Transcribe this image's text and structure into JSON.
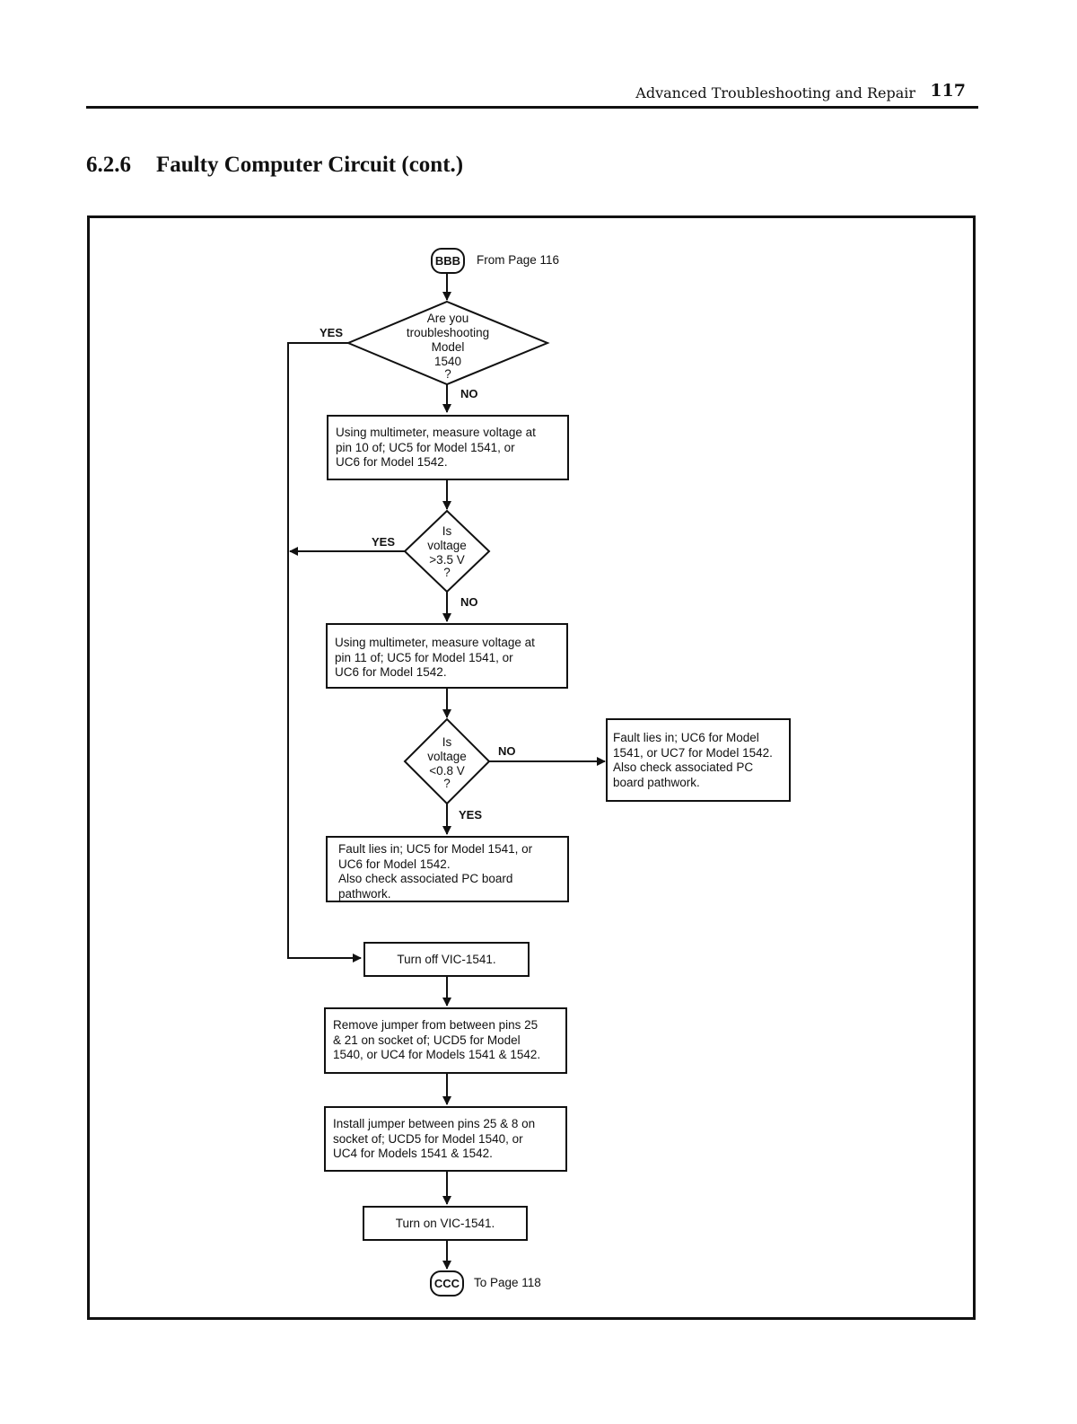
{
  "header": {
    "running_title": "Advanced Troubleshooting and Repair",
    "page_number": "117"
  },
  "section": {
    "number": "6.2.6",
    "title": "Faulty Computer Circuit (cont.)"
  },
  "flowchart": {
    "start_connector": {
      "label": "BBB",
      "note": "From Page 116"
    },
    "decision_model": {
      "lines": [
        "Are you",
        "troubleshooting",
        "Model",
        "1540",
        "?"
      ],
      "yes_label": "YES",
      "no_label": "NO"
    },
    "step_measure_pin10": {
      "lines": [
        "Using multimeter, measure voltage at",
        "pin 10 of; UC5 for Model 1541, or",
        "UC6 for Model 1542."
      ]
    },
    "decision_gt35": {
      "lines": [
        "Is",
        "voltage",
        ">3.5 V",
        "?"
      ],
      "yes_label": "YES",
      "no_label": "NO"
    },
    "step_measure_pin11": {
      "lines": [
        "Using multimeter, measure voltage at",
        "pin 11 of; UC5 for Model 1541, or",
        "UC6 for Model 1542."
      ]
    },
    "decision_lt08": {
      "lines": [
        "Is",
        "voltage",
        "<0.8 V",
        "?"
      ],
      "no_label": "NO",
      "yes_label": "YES"
    },
    "fault_uc6_uc7": {
      "lines": [
        "Fault lies in; UC6 for Model",
        "1541, or UC7 for Model 1542.",
        "Also check associated PC",
        "board pathwork."
      ]
    },
    "fault_uc5_uc6": {
      "lines": [
        "Fault lies in; UC5 for Model 1541, or",
        "UC6 for Model 1542.",
        "Also check associated PC board",
        "pathwork."
      ]
    },
    "step_turn_off": {
      "label": "Turn off VIC-1541."
    },
    "step_remove_jumper": {
      "lines": [
        "Remove jumper from between pins 25",
        "& 21 on socket of; UCD5 for Model",
        "1540, or UC4 for Models 1541 & 1542."
      ]
    },
    "step_install_jumper": {
      "lines": [
        "Install jumper between pins 25 & 8 on",
        "socket of; UCD5 for Model 1540, or",
        "UC4 for Models 1541 & 1542."
      ]
    },
    "step_turn_on": {
      "label": "Turn on VIC-1541."
    },
    "end_connector": {
      "label": "CCC",
      "note": "To Page 118"
    }
  }
}
